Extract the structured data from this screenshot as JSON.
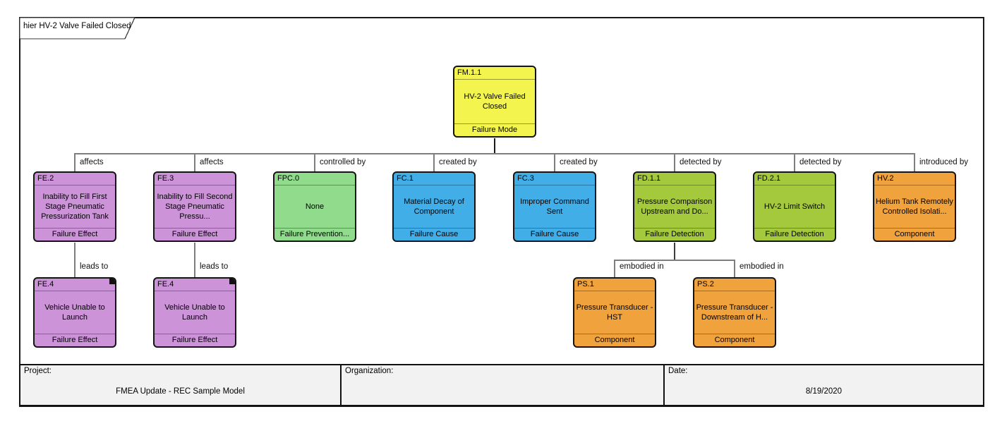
{
  "tab": {
    "title": "hier HV-2 Valve Failed Closed"
  },
  "colors": {
    "failure_mode": "#f4f44e",
    "failure_effect": "#cc93d8",
    "failure_prevention": "#90db8c",
    "failure_cause": "#41aee8",
    "failure_detection": "#a5c93c",
    "component": "#f0a23c",
    "connector_line": "#7e7e7e"
  },
  "nodes": [
    {
      "id": "FM.1.1",
      "label": "HV-2 Valve Failed Closed",
      "type": "Failure Mode"
    },
    {
      "id": "FE.2",
      "label": "Inability to Fill First Stage Pneumatic Pressurization Tank",
      "type": "Failure Effect"
    },
    {
      "id": "FE.3",
      "label": "Inability to Fill Second Stage Pneumatic Pressu...",
      "type": "Failure Effect"
    },
    {
      "id": "FPC.0",
      "label": "None",
      "type": "Failure Prevention..."
    },
    {
      "id": "FC.1",
      "label": "Material Decay of Component",
      "type": "Failure Cause"
    },
    {
      "id": "FC.3",
      "label": "Improper Command Sent",
      "type": "Failure Cause"
    },
    {
      "id": "FD.1.1",
      "label": "Pressure Comparison Upstream and Do...",
      "type": "Failure Detection"
    },
    {
      "id": "FD.2.1",
      "label": "HV-2 Limit Switch",
      "type": "Failure Detection"
    },
    {
      "id": "HV.2",
      "label": "Helium Tank Remotely Controlled Isolati...",
      "type": "Component"
    },
    {
      "id": "FE.4",
      "label": "Vehicle Unable to Launch",
      "type": "Failure Effect"
    },
    {
      "id": "FE.4",
      "label": "Vehicle Unable to Launch",
      "type": "Failure Effect"
    },
    {
      "id": "PS.1",
      "label": "Pressure Transducer - HST",
      "type": "Component"
    },
    {
      "id": "PS.2",
      "label": "Pressure Transducer - Downstream of H...",
      "type": "Component"
    }
  ],
  "edges": [
    {
      "from": "FM.1.1",
      "to": "FE.2",
      "label": "affects"
    },
    {
      "from": "FM.1.1",
      "to": "FE.3",
      "label": "affects"
    },
    {
      "from": "FM.1.1",
      "to": "FPC.0",
      "label": "controlled by"
    },
    {
      "from": "FM.1.1",
      "to": "FC.1",
      "label": "created by"
    },
    {
      "from": "FM.1.1",
      "to": "FC.3",
      "label": "created by"
    },
    {
      "from": "FM.1.1",
      "to": "FD.1.1",
      "label": "detected by"
    },
    {
      "from": "FM.1.1",
      "to": "FD.2.1",
      "label": "detected by"
    },
    {
      "from": "FM.1.1",
      "to": "HV.2",
      "label": "introduced by"
    },
    {
      "from": "FE.2",
      "to": "FE.4",
      "label": "leads to"
    },
    {
      "from": "FE.3",
      "to": "FE.4",
      "label": "leads to"
    },
    {
      "from": "FD.1.1",
      "to": "PS.1",
      "label": "embodied in"
    },
    {
      "from": "FD.1.1",
      "to": "PS.2",
      "label": "embodied in"
    }
  ],
  "footer": {
    "project_label": "Project:",
    "project_value": "FMEA Update - REC Sample Model",
    "organization_label": "Organization:",
    "organization_value": "",
    "date_label": "Date:",
    "date_value": "8/19/2020"
  }
}
